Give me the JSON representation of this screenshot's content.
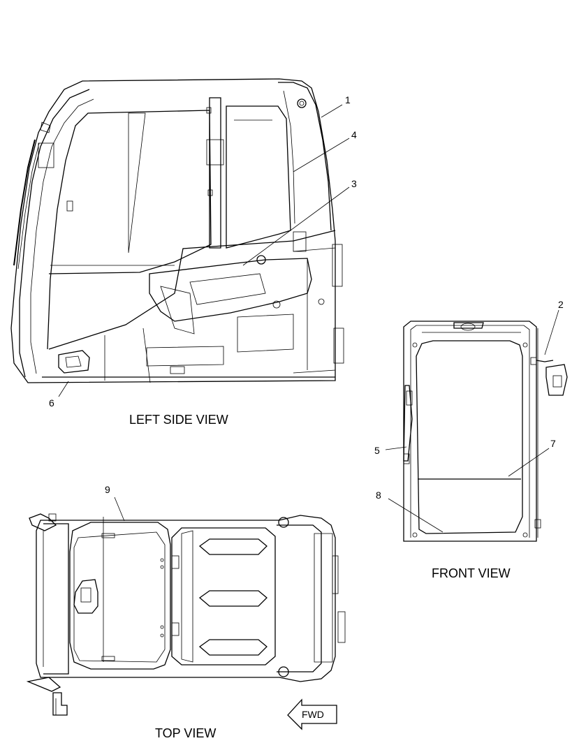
{
  "views": {
    "left_side": "LEFT SIDE VIEW",
    "front": "FRONT VIEW",
    "top": "TOP VIEW"
  },
  "callouts": [
    "1",
    "2",
    "3",
    "4",
    "5",
    "6",
    "7",
    "8",
    "9"
  ],
  "fwd_arrow": "FWD"
}
